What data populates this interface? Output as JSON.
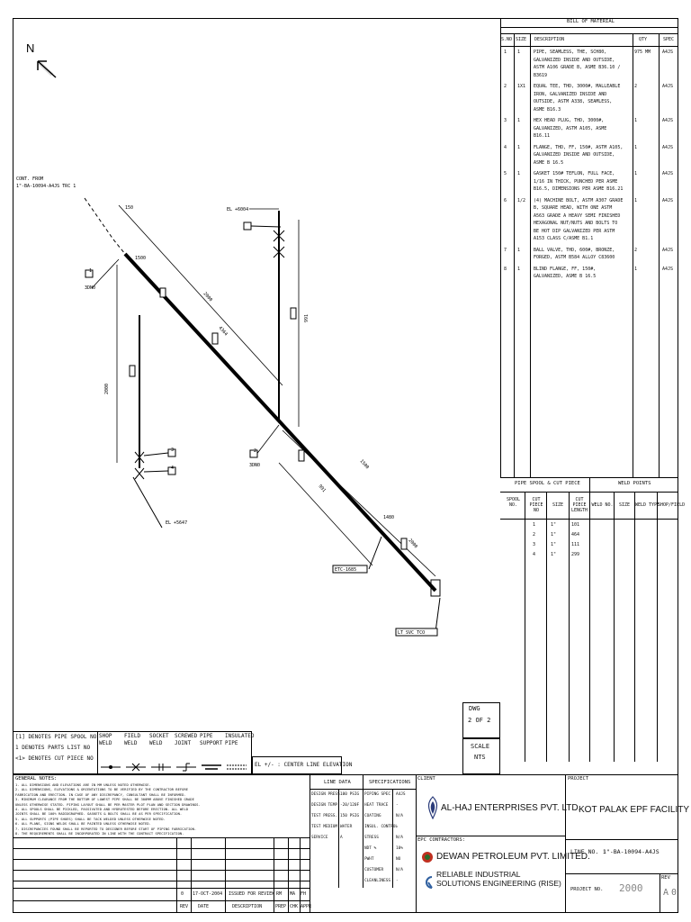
{
  "north": {
    "label": "N"
  },
  "drawing": {
    "cont_from": [
      "CONT. FROM",
      "1\"-BA-10094-A4JS TRC 1"
    ],
    "el_top": "EL +6004",
    "el_bottom": "EL +5647",
    "dims": [
      "150",
      "2000",
      "4364",
      "2000",
      "991",
      "1500",
      "991",
      "2000",
      "1480",
      "1500"
    ],
    "markers": [
      "1",
      "2",
      "3",
      "4"
    ],
    "callouts": [
      "3DN0",
      "3DN0",
      "ETC-1685",
      "LT SVC TCO"
    ]
  },
  "bom": {
    "title": "BILL OF MATERIAL",
    "headers": [
      "S.NO",
      "SIZE",
      "DESCRIPTION",
      "QTY",
      "SPEC"
    ],
    "rows": [
      {
        "sno": "1",
        "size": "1",
        "desc": [
          "PIPE, SEAMLESS, THE, SCH80,",
          "GALVANIZED INSIDE AND OUTSIDE,",
          "ASTM A106 GRADE B, ASME B36.10 /",
          "B3619"
        ],
        "qty": "975 MM",
        "spec": "A4JS"
      },
      {
        "sno": "2",
        "size": "1X1",
        "desc": [
          "EQUAL TEE, THD, 3000#, MALLEABLE",
          "IRON, GALVANIZED INSIDE AND",
          "OUTSIDE, ASTM A338, SEAMLESS,",
          "ASME B16.3"
        ],
        "qty": "2",
        "spec": "A4JS"
      },
      {
        "sno": "3",
        "size": "1",
        "desc": [
          "HEX HEAD PLUG, THD, 3000#,",
          "GALVANIZED, ASTM A105, ASME",
          "B16.11"
        ],
        "qty": "1",
        "spec": "A4JS"
      },
      {
        "sno": "4",
        "size": "1",
        "desc": [
          "FLANGE, THD, FF, 150#, ASTM A105,",
          "GALVANIZED INSIDE AND OUTSIDE,",
          "ASME B 16.5"
        ],
        "qty": "1",
        "spec": "A4JS"
      },
      {
        "sno": "5",
        "size": "1",
        "desc": [
          "GASKET 150# TEFLON, FULL FACE,",
          "1/16 IN THICK, PUNCHED PER ASME",
          "B16.5, DIMENSIONS PER ASME B16.21"
        ],
        "qty": "1",
        "spec": "A4JS"
      },
      {
        "sno": "6",
        "size": "1/2",
        "desc": [
          "(4) MACHINE BOLT, ASTM A307 GRADE",
          "B, SQUARE HEAD, WITH ONE ASTM",
          "A563 GRADE A HEAVY SEMI FINISHED",
          "HEXAGONAL NUT/NUTS AND BOLTS TO",
          "BE HOT DIP GALVANIZED PER ASTM",
          "A153 CLASS C/ASME B1.1"
        ],
        "qty": "1",
        "spec": "A4JS"
      },
      {
        "sno": "7",
        "size": "1",
        "desc": [
          "BALL VALVE, THD, 600#, BRONZE,",
          "FORGED, ASTM B584 ALLOY C83600"
        ],
        "qty": "2",
        "spec": "A4JS"
      },
      {
        "sno": "8",
        "size": "1",
        "desc": [
          "BLIND FLANGE, FF, 150#,",
          "GALVANIZED, ASME B 16.5"
        ],
        "qty": "1",
        "spec": "A4JS"
      }
    ]
  },
  "spool": {
    "title": "PIPE SPOOL & CUT PIECE",
    "weld_title": "WELD POINTS",
    "headers": [
      "SPOOL NO.",
      "CUT PIECE NO",
      "SIZE",
      "CUT PIECE LENGTH",
      "WELD NO.",
      "SIZE",
      "WELD TYPE",
      "SHOP/FIELD"
    ],
    "rows": [
      {
        "no": "1",
        "size": "1\"",
        "len": "101"
      },
      {
        "no": "2",
        "size": "1\"",
        "len": "464"
      },
      {
        "no": "3",
        "size": "1\"",
        "len": "111"
      },
      {
        "no": "4",
        "size": "1\"",
        "len": "299"
      }
    ]
  },
  "sheet": {
    "dwg_label": "DWG",
    "no": "2",
    "of": "OF",
    "total": "2"
  },
  "scale": {
    "label": "SCALE",
    "value": "NTS"
  },
  "legend": {
    "items": [
      "[1] DENOTES PIPE SPOOL NO",
      "1 DENOTES PARTS LIST NO",
      "<1> DENOTES CUT PIECE NO"
    ],
    "symbols": [
      [
        "SHOP",
        "WELD"
      ],
      [
        "FIELD",
        "WELD"
      ],
      [
        "SOCKET",
        "WELD"
      ],
      [
        "SCREWED",
        "JOINT"
      ],
      [
        "PIPE",
        "SUPPORT"
      ],
      [
        "INSULATED",
        "PIPE"
      ]
    ],
    "elevation": "EL +/- : CENTER LINE ELEVATION"
  },
  "notes": {
    "title": "GENERAL NOTES:",
    "lines": [
      "1. ALL DIMENSIONS AND ELEVATIONS ARE IN MM UNLESS NOTED OTHERWISE.",
      "2. ALL DIMENSIONS, ELEVATIONS & ORIENTATIONS TO BE VERIFIED BY THE CONTRACTOR BEFORE",
      "   FABRICATION AND ERECTION. IN CASE OF ANY DISCREPANCY, CONSULTANT SHALL BE INFORMED.",
      "3. MINIMUM CLEARANCE FROM THE BOTTOM OF LOWEST PIPE SHALL BE 300MM ABOVE FINISHED GRADE",
      "   UNLESS OTHERWISE STATED. PIPING LAYOUT SHALL BE PER MASTER PLOT PLAN AND SECTION DRAWINGS.",
      "4. ALL SPOOLS SHALL BE PICKLED, PASSIVATED AND HYDROTESTED BEFORE ERECTION. ALL WELD",
      "   JOINTS SHALL BE 100% RADIOGRAPHED. GASKETS & BOLTS SHALL BE AS PER SPECIFICATION.",
      "5. ALL SUPPORTS (PIPE SHOES) SHALL BE TACK WELDED UNLESS OTHERWISE NOTED.",
      "6. ALL PLANS, SIGNS WELDS SHALL BE PAINTED UNLESS OTHERWISE NOTED.",
      "7. DISCREPANCIES FOUND SHALL BE REPORTED TO DESIGNER BEFORE START OF PIPING FABRICATION.",
      "8. THE REQUIREMENTS SHALL BE INCORPORATED IN LINE WITH THE CONTRACT SPECIFICATION."
    ]
  },
  "revisions": {
    "rows": [
      {
        "rev": "0",
        "date": "17-OCT-2004",
        "desc": "ISSUED FOR REVIEW",
        "prep": "RM",
        "chk": "MA",
        "appr": "FH"
      }
    ],
    "headers": [
      "REV",
      "DATE",
      "DESCRIPTION",
      "PREP",
      "CHK",
      "APPR"
    ]
  },
  "line_data": {
    "title": "LINE DATA",
    "rows": [
      [
        "DESIGN PRESS.",
        "100 PSIG"
      ],
      [
        "DESIGN TEMP.",
        "-20/120F"
      ],
      [
        "TEST PRESS.",
        "150 PSIG"
      ],
      [
        "TEST MEDIUM",
        "WATER"
      ],
      [
        "SERVICE",
        "A"
      ]
    ]
  },
  "specs": {
    "title": "SPECIFICATIONS",
    "rows": [
      [
        "PIPING SPEC",
        "A4JS"
      ],
      [
        "HEAT TRACE",
        "-"
      ],
      [
        "COATING",
        "N/A"
      ],
      [
        "INSUL. CONTROL",
        "-"
      ],
      [
        "STRESS",
        "N/A"
      ],
      [
        "NDT %",
        "10%"
      ],
      [
        "PWHT",
        "NO"
      ],
      [
        "CUSTOMER",
        "N/A"
      ],
      [
        "CLEANLINESS",
        "-"
      ]
    ]
  },
  "client": {
    "label": "CLIENT",
    "name": "AL-HAJ ENTERPRISES PVT. LTD.",
    "epc_label": "EPC CONTRACTORS:",
    "epc1": "DEWAN PETROLEUM PVT. LIMITED.",
    "epc2": "RELIABLE INDUSTRIAL SOLUTIONS ENGINEERING (RISE)"
  },
  "project": {
    "label": "PROJECT",
    "name": "KOT PALAK EPF FACILITY",
    "line_no_label": "LINE NO. :",
    "line_no": "1\"-BA-10094-A4JS",
    "project_no_label": "PROJECT NO.",
    "project_no": "2000",
    "rev_label": "REV",
    "rev": "0",
    "sheet_no": "A"
  }
}
